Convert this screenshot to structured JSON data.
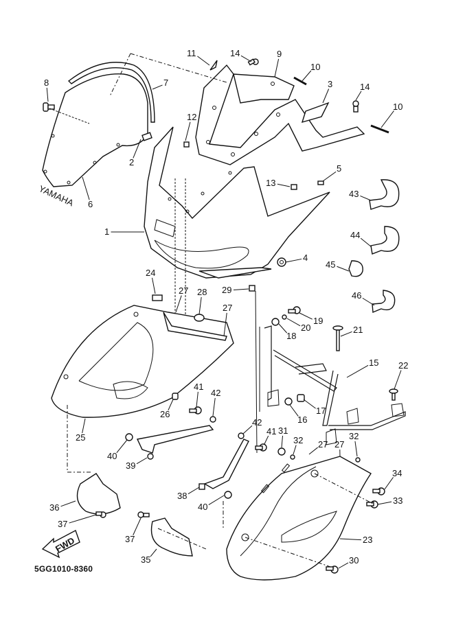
{
  "diagram": {
    "title": "Cowling parts diagram",
    "code": "5GG1010-8360",
    "brand_mark": "YAMAHA",
    "fwd_label": "FWD",
    "callouts": {
      "c1": "1",
      "c2": "2",
      "c3": "3",
      "c4": "4",
      "c5": "5",
      "c6": "6",
      "c7": "7",
      "c8": "8",
      "c9": "9",
      "c10a": "10",
      "c10b": "10",
      "c11": "11",
      "c12": "12",
      "c13": "13",
      "c14a": "14",
      "c14b": "14",
      "c15": "15",
      "c16": "16",
      "c17": "17",
      "c18": "18",
      "c19": "19",
      "c20": "20",
      "c21": "21",
      "c22": "22",
      "c23": "23",
      "c24": "24",
      "c25": "25",
      "c26": "26",
      "c27a": "27",
      "c27b": "27",
      "c27c": "27",
      "c27d": "27",
      "c28": "28",
      "c29": "29",
      "c30": "30",
      "c31": "31",
      "c32a": "32",
      "c32b": "32",
      "c33": "33",
      "c34": "34",
      "c35": "35",
      "c36": "36",
      "c37a": "37",
      "c37b": "37",
      "c38": "38",
      "c39": "39",
      "c40a": "40",
      "c40b": "40",
      "c41a": "41",
      "c41b": "41",
      "c42a": "42",
      "c42b": "42",
      "c43": "43",
      "c44": "44",
      "c45": "45",
      "c46": "46"
    }
  }
}
